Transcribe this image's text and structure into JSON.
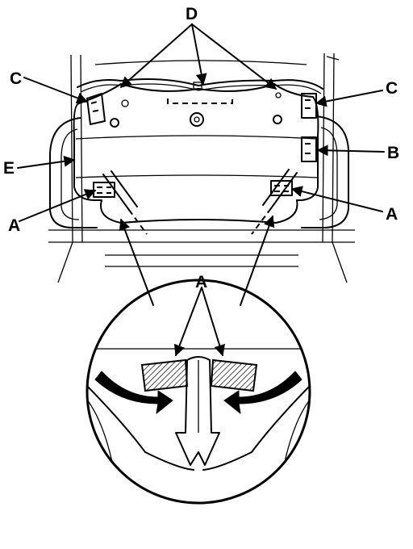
{
  "callouts": {
    "d_top": "D",
    "c_left": "C",
    "c_right": "C",
    "e_left": "E",
    "b_right": "B",
    "a_left": "A",
    "a_right": "A",
    "a_detail": "A"
  },
  "colors": {
    "line": "#000000",
    "background": "#ffffff"
  }
}
